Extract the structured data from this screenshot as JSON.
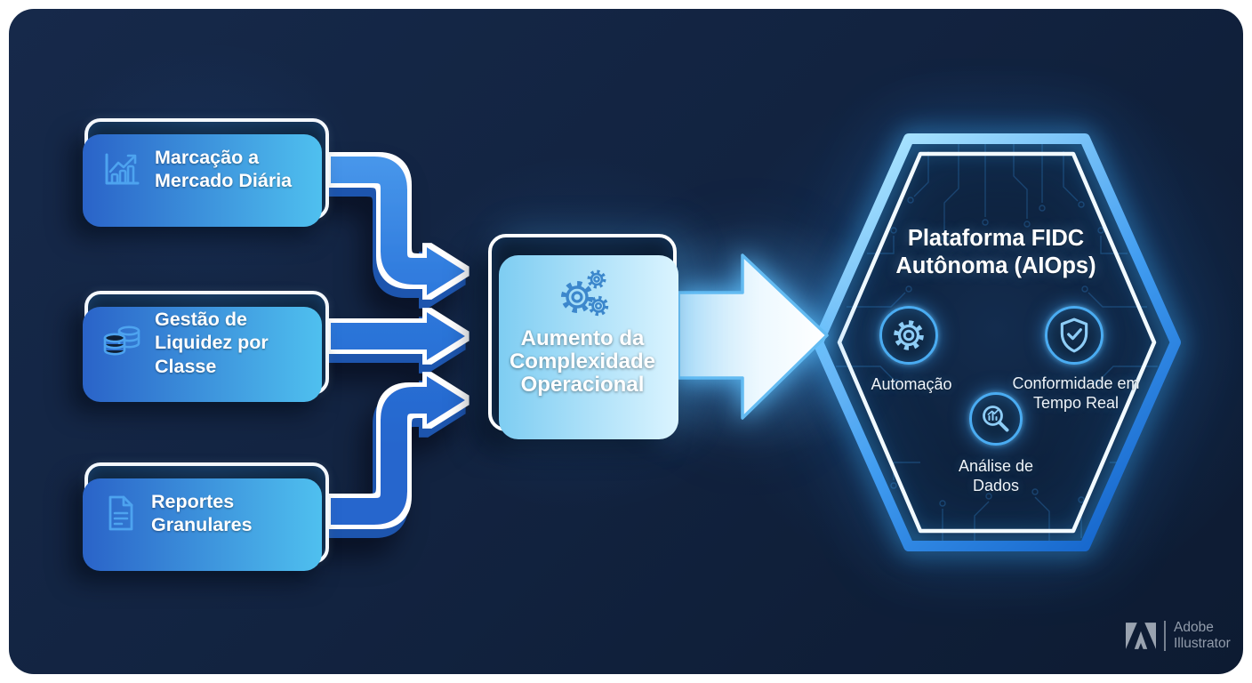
{
  "page": {
    "background": "#ffffff",
    "card_background": "#13233d"
  },
  "boxes": [
    {
      "icon": "bar-chart-icon",
      "label": "Marcação a Mercado Diária"
    },
    {
      "icon": "coins-icon",
      "label": "Gestão de Liquidez por Classe"
    },
    {
      "icon": "document-icon",
      "label": "Reportes Granulares"
    }
  ],
  "central_box": {
    "icon": "gears-icon",
    "label": "Aumento da Complexidade Operacional"
  },
  "platform": {
    "title": "Plataforma FIDC Autônoma (AIOps)",
    "features": [
      {
        "icon": "gear-icon",
        "label": "Automação"
      },
      {
        "icon": "shield-check-icon",
        "label": "Conformidade em Tempo Real"
      },
      {
        "icon": "magnifier-chart-icon",
        "label": "Análise de Dados"
      }
    ]
  },
  "watermark": {
    "brand": "Adobe",
    "product": "Illustrator",
    "logo": "adobe-logo"
  },
  "colors": {
    "card_background": "#13233d",
    "arrow_blue": "#2f7add",
    "arrow_blue_light": "#4e9eee",
    "arrow_3d_blue": "#1d55ae",
    "outline_white": "#ffffff",
    "big_arrow_fill": "#ffffff",
    "glow_cyan": "#4fc3ff",
    "box_icon_blue": "#4da3ef",
    "gears_blue": "#3c87cc",
    "badge_icon_blue": "#8ecdf6",
    "hex_border_light": "#aee7ff",
    "hex_border_dark": "#1160c8",
    "circuit_trace_blue": "#2b6aa6",
    "text_white": "#ffffff",
    "watermark_gray": "#929cab"
  }
}
